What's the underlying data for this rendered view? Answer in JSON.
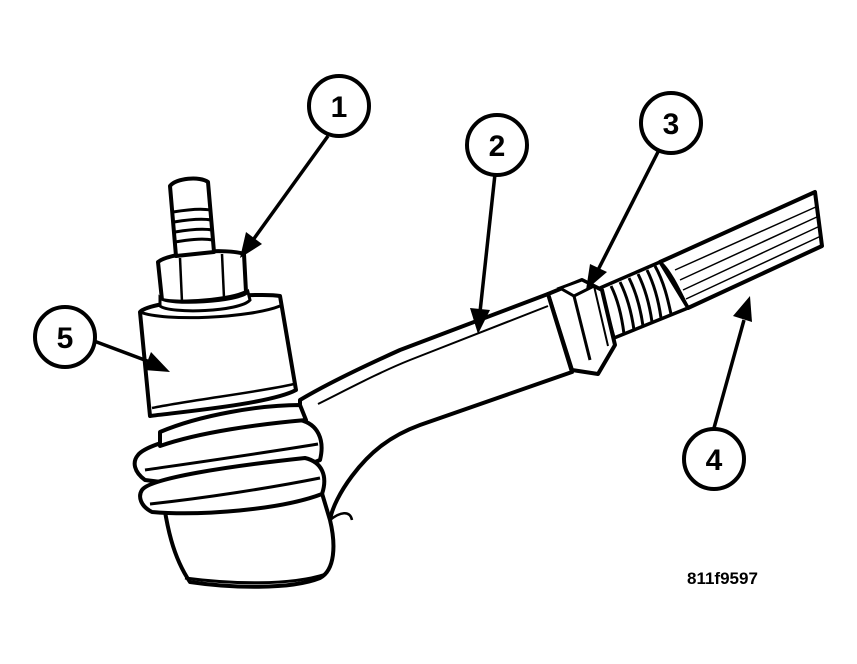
{
  "diagram": {
    "figure_id": "811f9597",
    "callouts": [
      {
        "number": "1"
      },
      {
        "number": "2"
      },
      {
        "number": "3"
      },
      {
        "number": "4"
      },
      {
        "number": "5"
      }
    ]
  }
}
